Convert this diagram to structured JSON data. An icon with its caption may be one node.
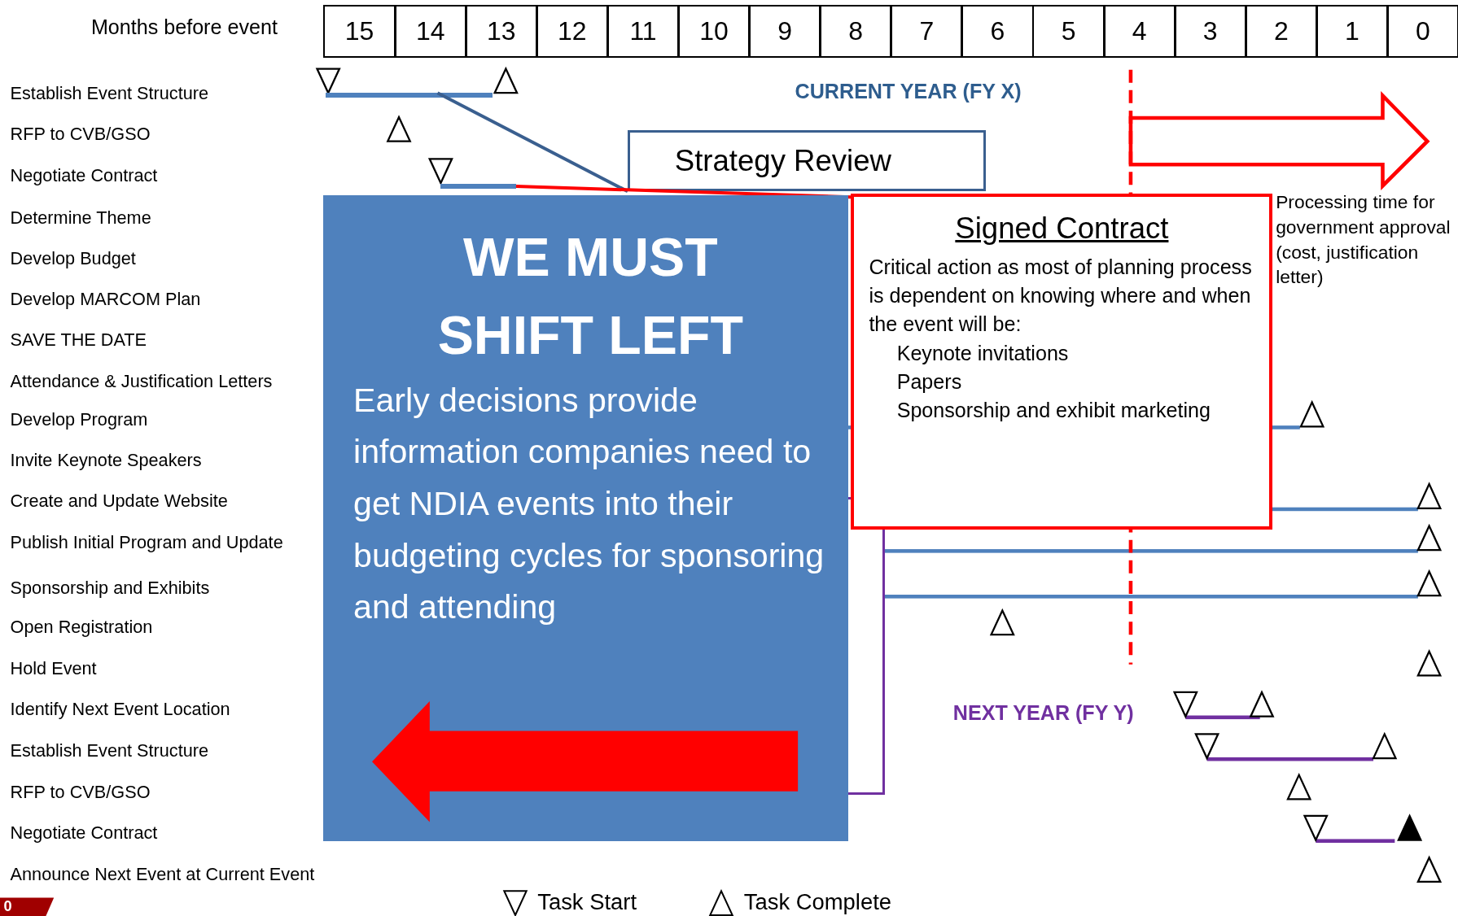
{
  "diagram": {
    "nodes": [
      {
        "text": [],
        "shape": "bar"
      },
      {
        "text": [
          "Strategy Review"
        ]
      },
      {
        "text": [],
        "shape": "bar"
      },
      {
        "text": [
          "Signed Contract",
          "Critical action as most of planning process is dependent on knowing where and when the event will be:",
          "Keynote invitations",
          "Papers",
          "Sponsorship and exhibit marketing"
        ]
      },
      {
        "text": [
          "WE MUST SHIFT LEFT",
          "Early decisions provide information companies need to get NDIA events into their budgeting cycles for sponsoring and attending"
        ]
      }
    ],
    "edges": [
      {
        "from": 1,
        "to": 0,
        "arrow": "none"
      },
      {
        "from": 3,
        "to": 2,
        "arrow": "none",
        "color": "#ff0000"
      }
    ],
    "labels": [
      "Months before event",
      "15",
      "14",
      "13",
      "12",
      "11",
      "10",
      "9",
      "8",
      "7",
      "6",
      "5",
      "4",
      "3",
      "2",
      "1",
      "0",
      "Establish Event Structure",
      "CURRENT YEAR (FY X)",
      "RFP to CVB/GSO",
      "Negotiate Contract",
      "Determine Theme",
      "Develop Budget",
      "Develop MARCOM Plan",
      "SAVE THE DATE",
      "Attendance & Justification Letters",
      "Develop Program",
      "Invite Keynote Speakers",
      "Create and Update Website",
      "Publish Initial Program and Update",
      "Sponsorship and Exhibits",
      "Open Registration",
      "Hold Event",
      "Identify Next Event Location",
      "NEXT YEAR (FY Y)",
      "Establish Event Structure",
      "RFP to CVB/GSO",
      "Negotiate Contract",
      "Announce Next Event at Current Event",
      "Processing time for government approval (cost, justification letter)",
      "0"
    ],
    "legend": [
      {
        "text": "Task Start"
      },
      {
        "text": "Task Complete"
      }
    ]
  }
}
